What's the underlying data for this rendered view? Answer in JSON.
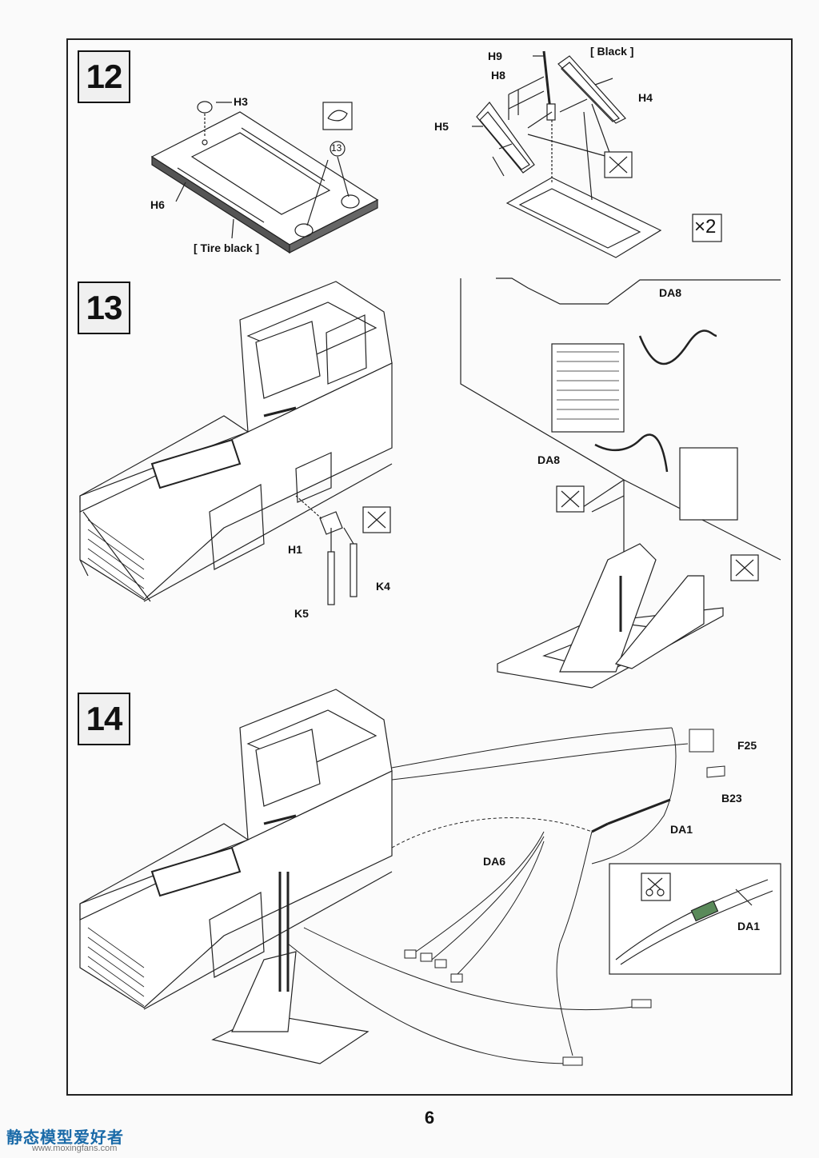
{
  "steps": [
    {
      "number": "12"
    },
    {
      "number": "13"
    },
    {
      "number": "14"
    }
  ],
  "labels": {
    "h3": "H3",
    "h6": "H6",
    "tire_black": "[ Tire black ]",
    "callout_13": "13",
    "h9": "H9",
    "black": "[ Black ]",
    "h8": "H8",
    "h4": "H4",
    "h5": "H5",
    "x2": "×2",
    "da8_top": "DA8",
    "da8_mid": "DA8",
    "h1": "H1",
    "k4": "K4",
    "k5": "K5",
    "f25": "F25",
    "b23": "B23",
    "da1": "DA1",
    "da6": "DA6",
    "da1_inset": "DA1"
  },
  "page_number": "6",
  "watermark": {
    "brand": "静态模型爱好者",
    "url": "www.moxingfans.com"
  },
  "icons": [
    "glue-icon",
    "no-glue-icon",
    "paint-icon",
    "cut-icon"
  ]
}
